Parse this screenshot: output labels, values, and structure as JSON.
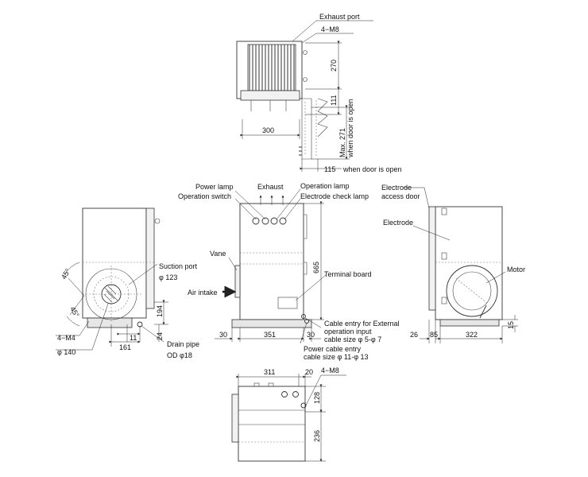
{
  "labels": {
    "exhaust_port": "Exhaust port",
    "bolt_top": "4−M8",
    "door_open": "Max. 271\nwhen door is open",
    "door_open_line1": "Max. 271",
    "door_open_line2": "when door is open",
    "when_door_open_width": "when door is open",
    "power_lamp": "Power lamp",
    "operation_switch": "Operation switch",
    "exhaust": "Exhaust",
    "operation_lamp": "Operation lamp",
    "electrode_check_lamp": "Electrode check lamp",
    "electrode_access_door_1": "Electrode",
    "electrode_access_door_2": "access door",
    "electrode": "Electrode",
    "suction_port": "Suction port",
    "suction_port_dia": "φ 123",
    "vane": "Vane",
    "air_intake": "Air intake",
    "terminal_board": "Terminal board",
    "motor": "Motor",
    "bolt_left": "4−M4",
    "dia_140": "φ 140",
    "drain_pipe": "Drain pipe",
    "drain_od": "OD φ18",
    "cable_ext_1": "Cable entry for External",
    "cable_ext_2": "operation input",
    "cable_ext_3": "cable size φ 5-φ 7",
    "power_cable_1": "Power cable entry",
    "power_cable_2": "cable size φ 11-φ 13",
    "bolt_bottom": "4−M8",
    "angle_top": "45°",
    "angle_bottom": "45°"
  },
  "dimensions": {
    "top_height": "270",
    "top_door": "111",
    "top_width": "300",
    "top_open": "115",
    "front_height": "665",
    "front_width": "351",
    "front_left": "30",
    "front_right": "30",
    "left_194": "194",
    "left_24": "24",
    "left_11": "11",
    "left_161": "161",
    "right_26": "26",
    "right_85": "85",
    "right_322": "322",
    "right_15": "15",
    "bottom_311": "311",
    "bottom_20": "20",
    "bottom_128": "128",
    "bottom_236": "236"
  },
  "icons": {
    "exhaust_arrows": "up-arrow-icon",
    "air_intake_arrow": "right-arrow-icon"
  }
}
